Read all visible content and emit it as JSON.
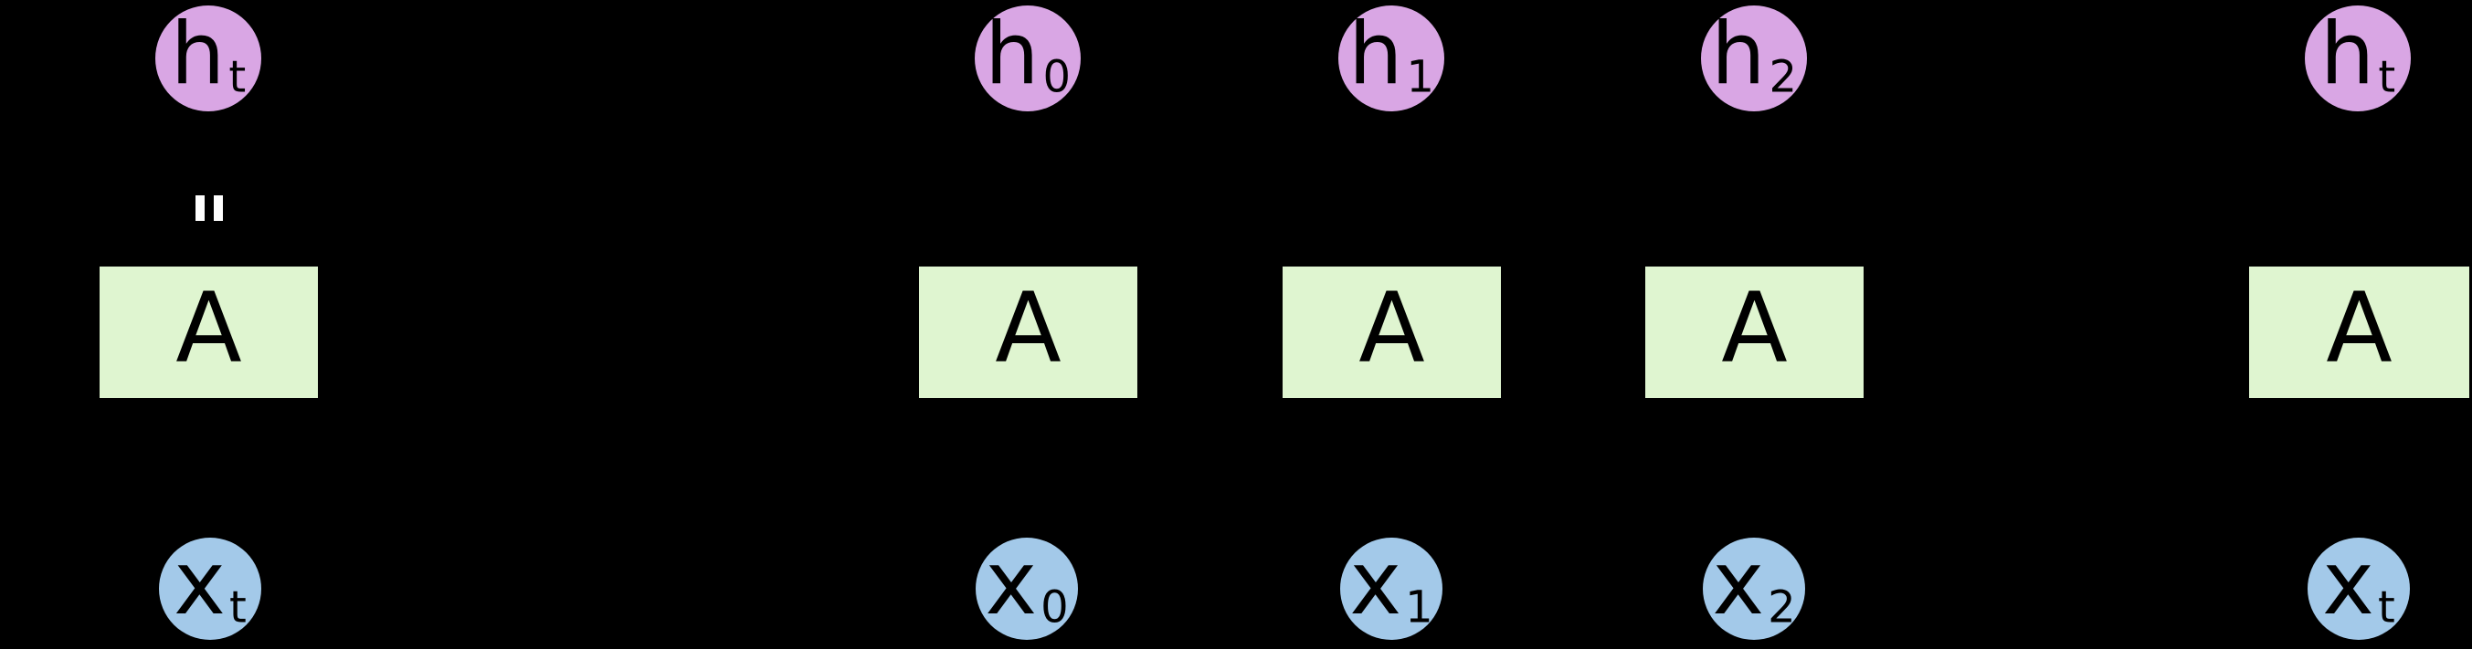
{
  "colors": {
    "background": "#000000",
    "hidden_node_fill": "#d9a6e4",
    "input_node_fill": "#a3c9e9",
    "cell_box_fill": "#dff5d0",
    "label_text": "#000000",
    "crossing_mark": "#ffffff"
  },
  "folded": {
    "hidden_base": "h",
    "hidden_sub": "t",
    "cell": "A",
    "input_base": "x",
    "input_sub": "t"
  },
  "unrolled": [
    {
      "hidden_base": "h",
      "hidden_sub": "0",
      "cell": "A",
      "input_base": "x",
      "input_sub": "0"
    },
    {
      "hidden_base": "h",
      "hidden_sub": "1",
      "cell": "A",
      "input_base": "x",
      "input_sub": "1"
    },
    {
      "hidden_base": "h",
      "hidden_sub": "2",
      "cell": "A",
      "input_base": "x",
      "input_sub": "2"
    },
    {
      "hidden_base": "h",
      "hidden_sub": "t",
      "cell": "A",
      "input_base": "x",
      "input_sub": "t"
    }
  ]
}
